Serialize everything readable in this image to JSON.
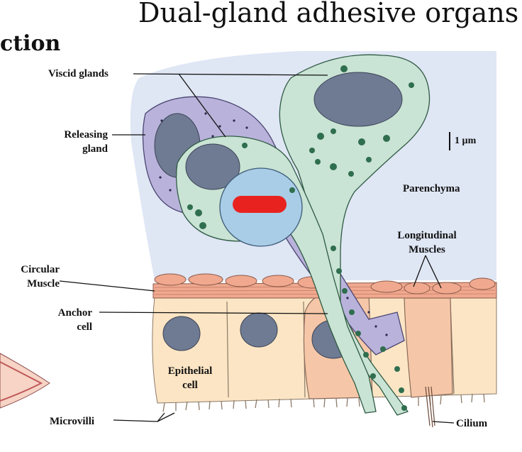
{
  "title": "Dual-gland adhesive organs",
  "section_fragment": "ction",
  "labels": {
    "viscid_glands": "Viscid glands",
    "releasing_gland": [
      "Releasing",
      "gland"
    ],
    "scale_bar": "1 µm",
    "parenchyma": "Parenchyma",
    "longitudinal_muscles": [
      "Longitudinal",
      "Muscles"
    ],
    "circular_muscle": [
      "Circular",
      "Muscle"
    ],
    "anchor_cell": [
      "Anchor",
      "cell"
    ],
    "epithelial_cell": [
      "Epithelial",
      "cell"
    ],
    "microvilli": "Microvilli",
    "cilium": "Cilium"
  },
  "colors": {
    "parenchyma_bg": "#dfe6f4",
    "viscid_gland": "#c9e3d4",
    "releasing_gland": "#b9b3dc",
    "nucleus": "#6f7a93",
    "vesicle_blue": "#a9cde6",
    "redaction": "#e8231f",
    "muscle": "#f0a98f",
    "epithelium": "#fbe5c4",
    "anchor_cell": "#f5c7a8"
  }
}
